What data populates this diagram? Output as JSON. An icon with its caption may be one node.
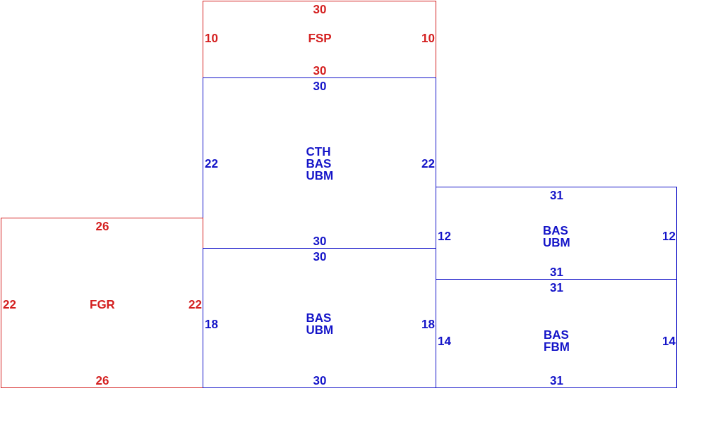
{
  "diagram": {
    "nodes": [
      {
        "text": [
          "30",
          "10",
          "FSP",
          "10",
          "30"
        ]
      },
      {
        "text": [
          "30",
          "22",
          "CTH BAS UBM",
          "22",
          "30"
        ]
      },
      {
        "text": [
          "26",
          "22",
          "FGR",
          "22",
          "26"
        ]
      },
      {
        "text": [
          "30",
          "18",
          "BAS UBM",
          "18",
          "30"
        ]
      },
      {
        "text": [
          "31",
          "12",
          "BAS UBM",
          "12",
          "31"
        ]
      },
      {
        "text": [
          "31",
          "14",
          "BAS FBM",
          "14",
          "31"
        ]
      }
    ]
  }
}
